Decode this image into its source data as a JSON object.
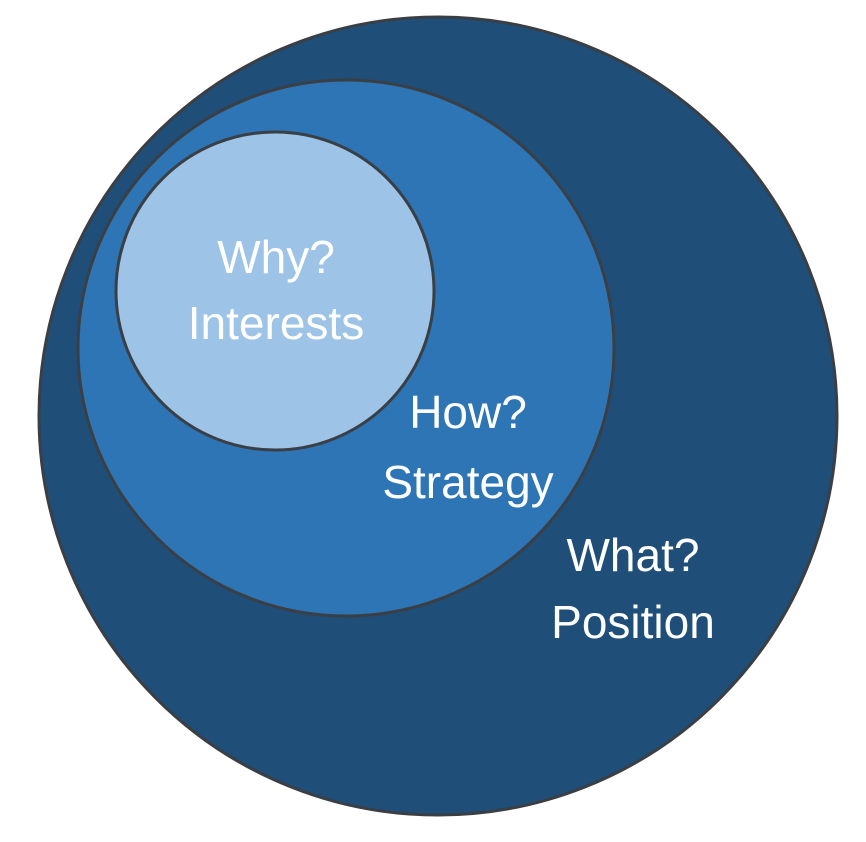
{
  "colors": {
    "outer": "#1f4e79",
    "middle": "#2e75b6",
    "inner": "#9dc3e6",
    "border": "#3a3f45",
    "text": "#ffffff"
  },
  "circles": {
    "inner": {
      "question": "Why?",
      "label": "Interests"
    },
    "middle": {
      "question": "How?",
      "label": "Strategy"
    },
    "outer": {
      "question": "What?",
      "label": "Position"
    }
  }
}
